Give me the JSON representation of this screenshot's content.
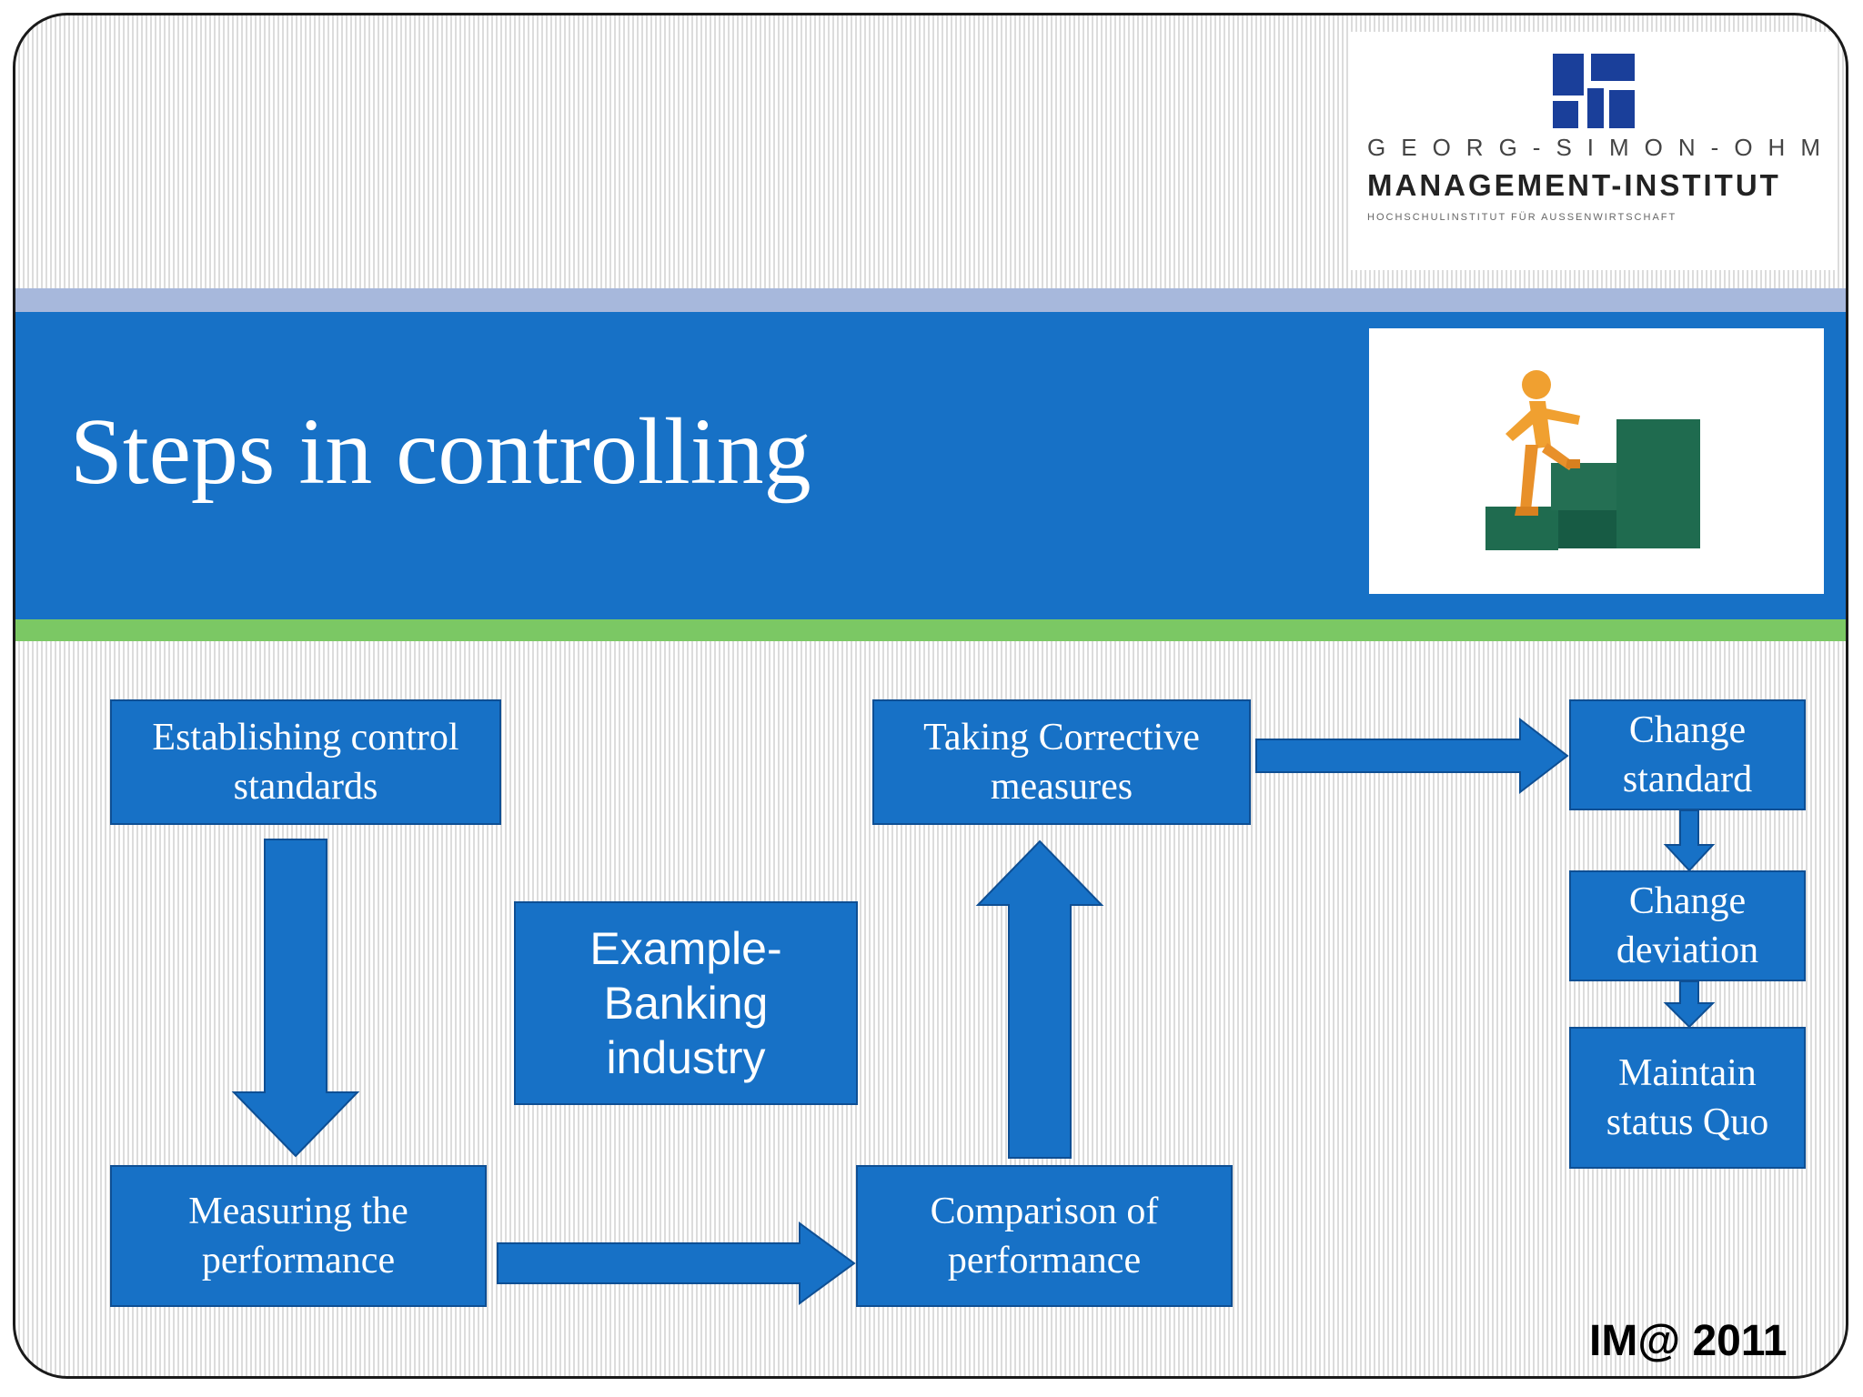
{
  "logo": {
    "line1": "GEORG-SIMON-OHM",
    "line2": "MANAGEMENT-INSTITUT",
    "line3": "HOCHSCHULINSTITUT FÜR AUSSENWIRTSCHAFT"
  },
  "title": "Steps in controlling",
  "boxes": {
    "establishing": "Establishing  control standards",
    "corrective": "Taking Corrective measures",
    "change_standard": "Change standard",
    "change_deviation": "Change deviation",
    "maintain": "Maintain status Quo",
    "example": "Example-Banking industry",
    "measuring": "Measuring the performance",
    "comparison": "Comparison of performance"
  },
  "footer": "IM@ 2011",
  "colors": {
    "box_blue": "#1771c6",
    "band_light": "#a7b8dc",
    "band_green": "#7bc864",
    "stairs_green": "#1f6b4f",
    "figure_orange": "#f0a030"
  }
}
